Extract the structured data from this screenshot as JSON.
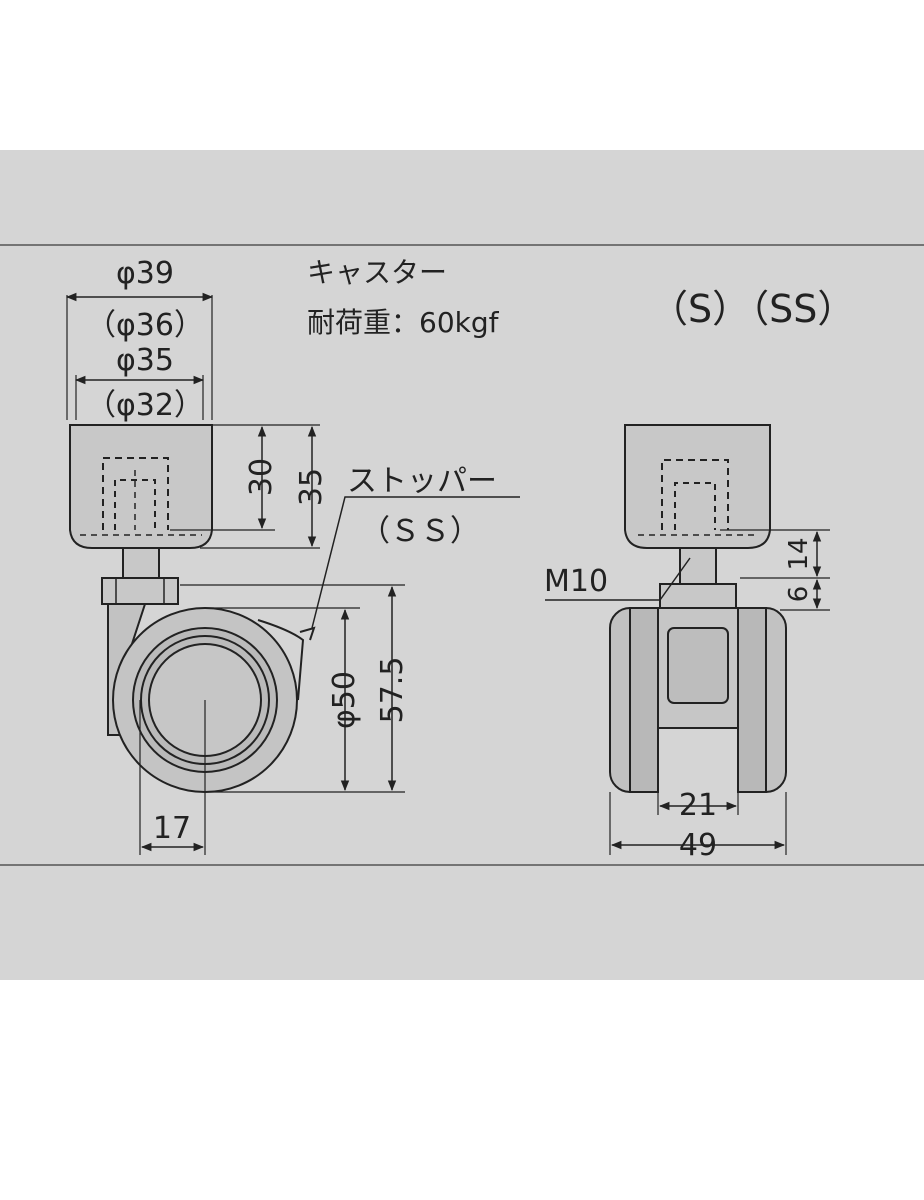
{
  "colors": {
    "panel": "#d5d5d5",
    "line": "#222222",
    "part_fill": "#c7c7c7",
    "wheel_fill": "#bdbdbd"
  },
  "left_view": {
    "dia_39": "φ39",
    "dia_36": "（φ36）",
    "dia_35": "φ35",
    "dia_32": "（φ32）",
    "dim_30": "30",
    "dim_35": "35",
    "dim_50": "φ50",
    "dim_57_5": "57.5",
    "dim_17": "17",
    "stopper_label": "ストッパー",
    "stopper_sub": "（ＳＳ）"
  },
  "info": {
    "caster": "キャスター",
    "load": "耐荷重：60kgf"
  },
  "right_view": {
    "variants": "（S）（SS）",
    "thread": "M10",
    "dim_14": "14",
    "dim_6": "6",
    "dim_21": "21",
    "dim_49": "49"
  }
}
